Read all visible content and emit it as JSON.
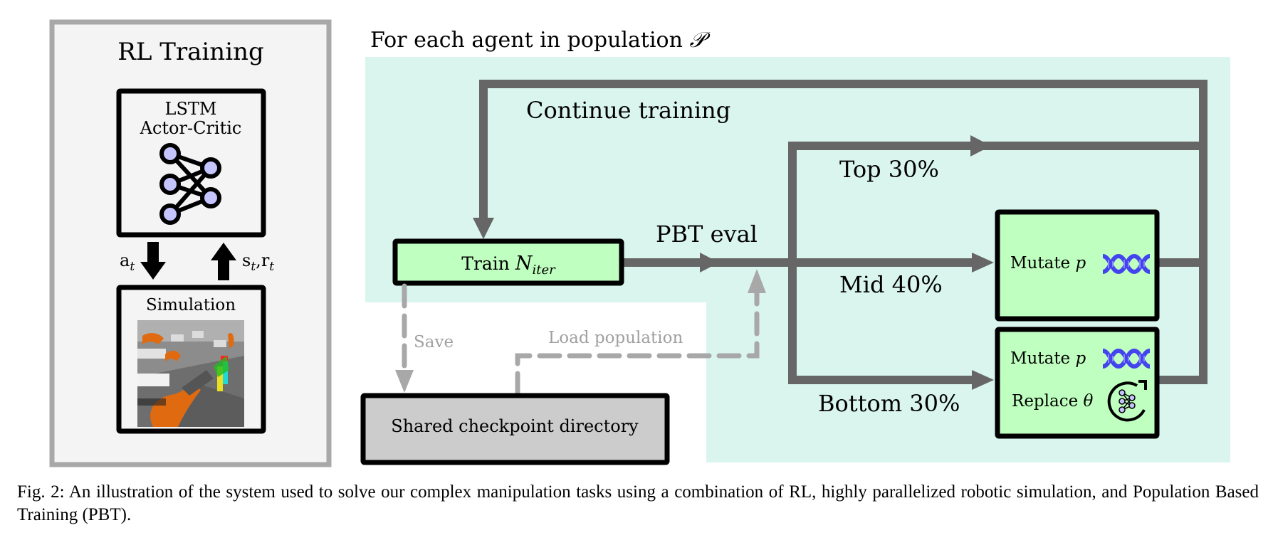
{
  "rl_panel": {
    "title": "RL Training",
    "policy_box": {
      "line1": "LSTM",
      "line2": "Actor-Critic",
      "icon": "neural-network-icon"
    },
    "action_label": {
      "base": "a",
      "sub": "t"
    },
    "obs_label": {
      "s": "s",
      "s_sub": "t",
      "sep": ",",
      "r": "r",
      "r_sub": "t"
    },
    "sim_box": {
      "title": "Simulation",
      "image": "robot-arms-simulation-image"
    }
  },
  "pbt_panel": {
    "heading": "For each agent in population",
    "heading_symbol": "𝒫",
    "continue_label": "Continue training",
    "train_box": {
      "label": "Train ",
      "var": "N",
      "sub": "iter"
    },
    "pbt_eval_label": "PBT eval",
    "branches": {
      "top": "Top 30%",
      "mid": "Mid 40%",
      "bottom": "Bottom 30%"
    },
    "mutate_box": {
      "label": "Mutate ",
      "var": "p",
      "icon": "dna-icon"
    },
    "replace_box": {
      "mutate_label": "Mutate ",
      "mutate_var": "p",
      "mutate_icon": "dna-icon",
      "replace_label": "Replace ",
      "replace_var": "θ",
      "replace_icon": "refresh-network-icon"
    },
    "save_label": "Save",
    "load_label": "Load population",
    "checkpoint_box": "Shared checkpoint directory"
  },
  "colors": {
    "panel_bg": "#f4f4f4",
    "panel_border": "#a8a8a8",
    "teal_bg": "#daf5ee",
    "green_box": "#bfffbf",
    "gray_box": "#cccccc",
    "flow_line": "#666666",
    "dashed_line": "#a8a8a8",
    "node_fill": "#c4c4ff",
    "dna_blue": "#4444ee"
  },
  "caption": "Fig. 2: An illustration of the system used to solve our complex manipulation tasks using a combination of RL, highly parallelized robotic simulation, and Population Based Training (PBT)."
}
